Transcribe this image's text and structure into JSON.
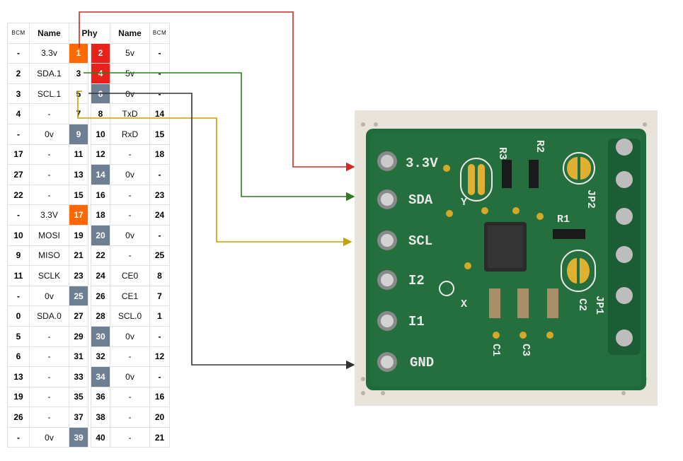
{
  "table": {
    "headers": {
      "bcm_left": "BCM",
      "name_left": "Name",
      "phy": "Phy",
      "name_right": "Name",
      "bcm_right": "BCM"
    },
    "rows": [
      {
        "bcm_l": "-",
        "name_l": "3.3v",
        "pin_l": "1",
        "pin_r": "2",
        "name_r": "5v",
        "bcm_r": "-",
        "style_l": "orange",
        "style_r": "red"
      },
      {
        "bcm_l": "2",
        "name_l": "SDA.1",
        "pin_l": "3",
        "pin_r": "4",
        "name_r": "5v",
        "bcm_r": "-",
        "style_l": "",
        "style_r": "red"
      },
      {
        "bcm_l": "3",
        "name_l": "SCL.1",
        "pin_l": "5",
        "pin_r": "6",
        "name_r": "0v",
        "bcm_r": "-",
        "style_l": "",
        "style_r": "gray"
      },
      {
        "bcm_l": "4",
        "name_l": "-",
        "pin_l": "7",
        "pin_r": "8",
        "name_r": "TxD",
        "bcm_r": "14",
        "style_l": "",
        "style_r": ""
      },
      {
        "bcm_l": "-",
        "name_l": "0v",
        "pin_l": "9",
        "pin_r": "10",
        "name_r": "RxD",
        "bcm_r": "15",
        "style_l": "gray",
        "style_r": ""
      },
      {
        "bcm_l": "17",
        "name_l": "-",
        "pin_l": "11",
        "pin_r": "12",
        "name_r": "-",
        "bcm_r": "18",
        "style_l": "",
        "style_r": ""
      },
      {
        "bcm_l": "27",
        "name_l": "-",
        "pin_l": "13",
        "pin_r": "14",
        "name_r": "0v",
        "bcm_r": "-",
        "style_l": "",
        "style_r": "gray"
      },
      {
        "bcm_l": "22",
        "name_l": "-",
        "pin_l": "15",
        "pin_r": "16",
        "name_r": "-",
        "bcm_r": "23",
        "style_l": "",
        "style_r": ""
      },
      {
        "bcm_l": "-",
        "name_l": "3.3V",
        "pin_l": "17",
        "pin_r": "18",
        "name_r": "-",
        "bcm_r": "24",
        "style_l": "orange",
        "style_r": ""
      },
      {
        "bcm_l": "10",
        "name_l": "MOSI",
        "pin_l": "19",
        "pin_r": "20",
        "name_r": "0v",
        "bcm_r": "-",
        "style_l": "",
        "style_r": "gray"
      },
      {
        "bcm_l": "9",
        "name_l": "MISO",
        "pin_l": "21",
        "pin_r": "22",
        "name_r": "-",
        "bcm_r": "25",
        "style_l": "",
        "style_r": ""
      },
      {
        "bcm_l": "11",
        "name_l": "SCLK",
        "pin_l": "23",
        "pin_r": "24",
        "name_r": "CE0",
        "bcm_r": "8",
        "style_l": "",
        "style_r": ""
      },
      {
        "bcm_l": "-",
        "name_l": "0v",
        "pin_l": "25",
        "pin_r": "26",
        "name_r": "CE1",
        "bcm_r": "7",
        "style_l": "gray",
        "style_r": ""
      },
      {
        "bcm_l": "0",
        "name_l": "SDA.0",
        "pin_l": "27",
        "pin_r": "28",
        "name_r": "SCL.0",
        "bcm_r": "1",
        "style_l": "",
        "style_r": ""
      },
      {
        "bcm_l": "5",
        "name_l": "-",
        "pin_l": "29",
        "pin_r": "30",
        "name_r": "0v",
        "bcm_r": "-",
        "style_l": "",
        "style_r": "gray"
      },
      {
        "bcm_l": "6",
        "name_l": "-",
        "pin_l": "31",
        "pin_r": "32",
        "name_r": "-",
        "bcm_r": "12",
        "style_l": "",
        "style_r": ""
      },
      {
        "bcm_l": "13",
        "name_l": "-",
        "pin_l": "33",
        "pin_r": "34",
        "name_r": "0v",
        "bcm_r": "-",
        "style_l": "",
        "style_r": "gray"
      },
      {
        "bcm_l": "19",
        "name_l": "-",
        "pin_l": "35",
        "pin_r": "36",
        "name_r": "-",
        "bcm_r": "16",
        "style_l": "",
        "style_r": ""
      },
      {
        "bcm_l": "26",
        "name_l": "-",
        "pin_l": "37",
        "pin_r": "38",
        "name_r": "-",
        "bcm_r": "20",
        "style_l": "",
        "style_r": ""
      },
      {
        "bcm_l": "-",
        "name_l": "0v",
        "pin_l": "39",
        "pin_r": "40",
        "name_r": "-",
        "bcm_r": "21",
        "style_l": "gray",
        "style_r": ""
      }
    ]
  },
  "board": {
    "silkscreen": {
      "pin_3v3": "3.3V",
      "pin_sda": "SDA",
      "pin_scl": "SCL",
      "pin_i2": "I2",
      "pin_i1": "I1",
      "pin_gnd": "GND",
      "r1": "R1",
      "r2": "R2",
      "r3": "R3",
      "jp1": "JP1",
      "jp2": "JP2",
      "c1": "C1",
      "c2": "C2",
      "c3": "C3",
      "axis_x": "X",
      "axis_y": "Y"
    }
  },
  "colors": {
    "wire_3v3": "#d42a20",
    "wire_sda": "#2f7d1e",
    "wire_scl": "#c4a200",
    "wire_gnd": "#333333",
    "pcb": "#1f6b3c"
  }
}
